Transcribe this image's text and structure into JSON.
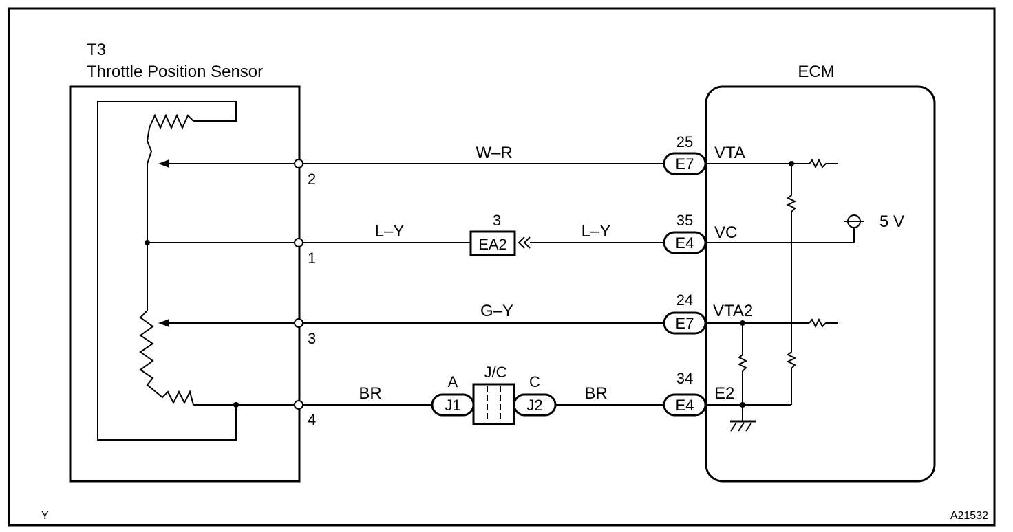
{
  "sensor": {
    "code": "T3",
    "name": "Throttle Position Sensor"
  },
  "ecm": {
    "name": "ECM"
  },
  "wires": [
    {
      "sensor_pin": "2",
      "color": "W–R",
      "ecm_pin": "25",
      "ecm_connector": "E7",
      "ecm_terminal": "VTA"
    },
    {
      "sensor_pin": "1",
      "color_left": "L–Y",
      "color_right": "L–Y",
      "junction_pin": "3",
      "junction": "EA2",
      "ecm_pin": "35",
      "ecm_connector": "E4",
      "ecm_terminal": "VC"
    },
    {
      "sensor_pin": "3",
      "color": "G–Y",
      "ecm_pin": "24",
      "ecm_connector": "E7",
      "ecm_terminal": "VTA2"
    },
    {
      "sensor_pin": "4",
      "color_left": "BR",
      "color_right": "BR",
      "jc_left_pin": "A",
      "jc_left": "J1",
      "jc_label": "J/C",
      "jc_right_pin": "C",
      "jc_right": "J2",
      "ecm_pin": "34",
      "ecm_connector": "E4",
      "ecm_terminal": "E2"
    }
  ],
  "supply": {
    "label": "5 V"
  },
  "corner_left": "Y",
  "figure_id": "A21532"
}
